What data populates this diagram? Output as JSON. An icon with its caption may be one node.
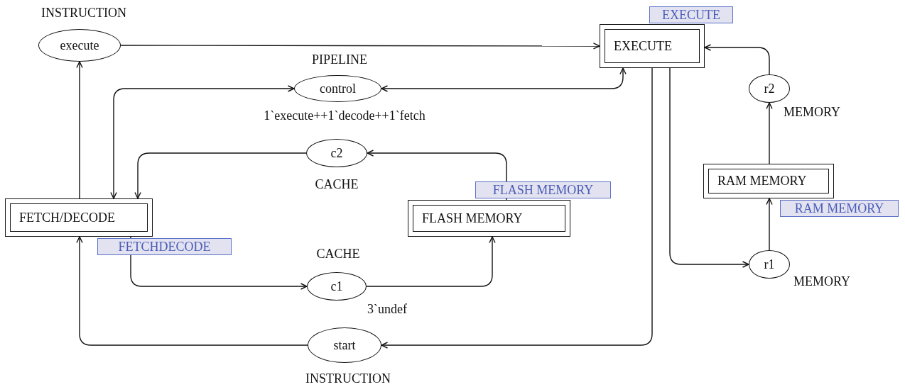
{
  "diagram": {
    "nodes": [
      {
        "text": [
          "execute"
        ],
        "beside": [
          "INSTRUCTION"
        ]
      },
      {
        "text": [
          "EXECUTE"
        ],
        "beside": [
          "EXECUTE"
        ]
      },
      {
        "text": [
          "control"
        ],
        "beside": [
          "PIPELINE",
          "1`execute++1`decode++1`fetch"
        ]
      },
      {
        "text": [
          "r2"
        ],
        "beside": [
          "MEMORY"
        ]
      },
      {
        "text": [
          "c2"
        ],
        "beside": [
          "CACHE"
        ]
      },
      {
        "text": [
          "RAM MEMORY"
        ],
        "beside": [
          "RAM MEMORY"
        ]
      },
      {
        "text": [
          "FETCH/DECODE"
        ],
        "beside": [
          "FETCHDECODE"
        ]
      },
      {
        "text": [
          "FLASH MEMORY"
        ],
        "beside": [
          "FLASH MEMORY"
        ]
      },
      {
        "text": [
          "c1"
        ],
        "beside": [
          "CACHE",
          "3`undef"
        ]
      },
      {
        "text": [
          "r1"
        ],
        "beside": [
          "MEMORY"
        ]
      },
      {
        "text": [
          "start"
        ],
        "beside": [
          "INSTRUCTION"
        ]
      }
    ],
    "edges": [
      {
        "from": 0,
        "to": 1,
        "arrow": "to"
      },
      {
        "from": 6,
        "to": 0,
        "arrow": "to"
      },
      {
        "from": 2,
        "to": 6,
        "arrow": "both"
      },
      {
        "from": 2,
        "to": 1,
        "arrow": "both"
      },
      {
        "from": 3,
        "to": 1,
        "arrow": "to"
      },
      {
        "from": 5,
        "to": 3,
        "arrow": "to"
      },
      {
        "from": 1,
        "to": 9,
        "arrow": "to"
      },
      {
        "from": 9,
        "to": 5,
        "arrow": "to"
      },
      {
        "from": 7,
        "to": 4,
        "arrow": "to"
      },
      {
        "from": 4,
        "to": 6,
        "arrow": "to"
      },
      {
        "from": 6,
        "to": 8,
        "arrow": "to"
      },
      {
        "from": 8,
        "to": 7,
        "arrow": "to"
      },
      {
        "from": 1,
        "to": 10,
        "arrow": "to"
      },
      {
        "from": 10,
        "to": 6,
        "arrow": "to"
      }
    ]
  }
}
